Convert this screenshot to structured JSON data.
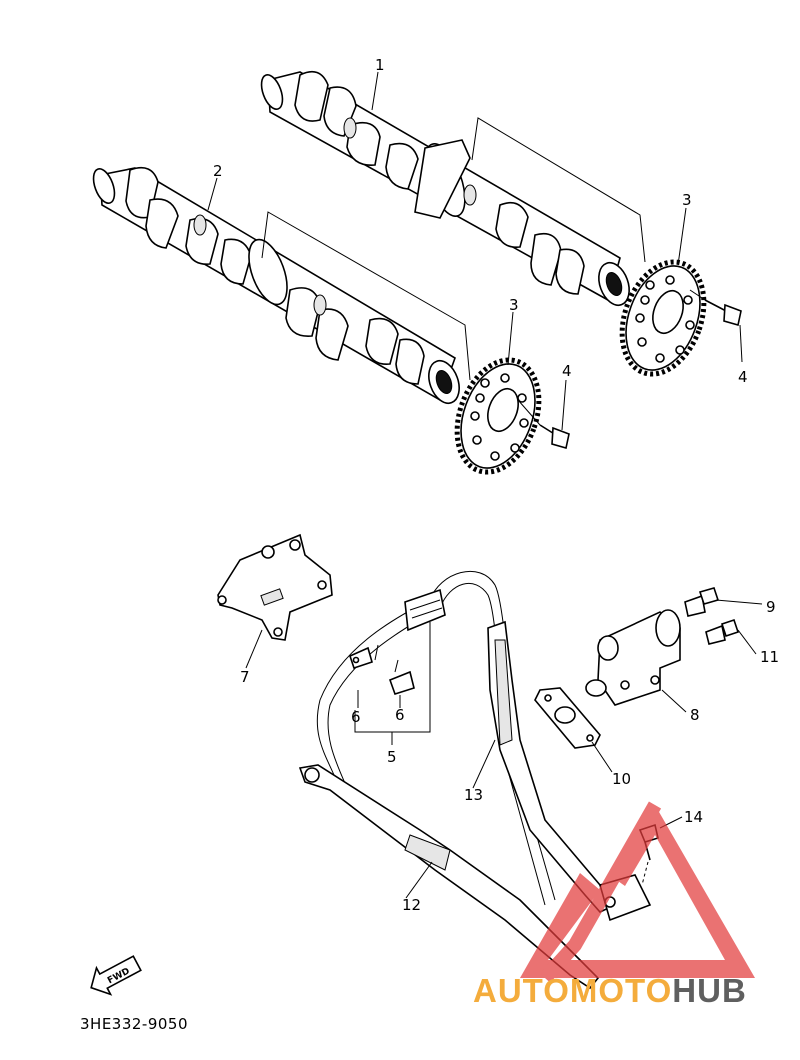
{
  "parts": {
    "p1": "1",
    "p2": "2",
    "p3a": "3",
    "p3b": "3",
    "p4a": "4",
    "p4b": "4",
    "p5": "5",
    "p6a": "6",
    "p6b": "6",
    "p7": "7",
    "p8": "8",
    "p9": "9",
    "p10": "10",
    "p11": "11",
    "p12": "12",
    "p13": "13",
    "p14": "14"
  },
  "fwd_label": "FWD",
  "diagram_code": "3HE332-9050",
  "watermark": {
    "part1": "AUTOMOTO",
    "part2": "HUB",
    "colors": {
      "triangle": "#e23c3c",
      "text_accent": "#f4ac3c",
      "text_dark": "#5f5f5f"
    }
  }
}
